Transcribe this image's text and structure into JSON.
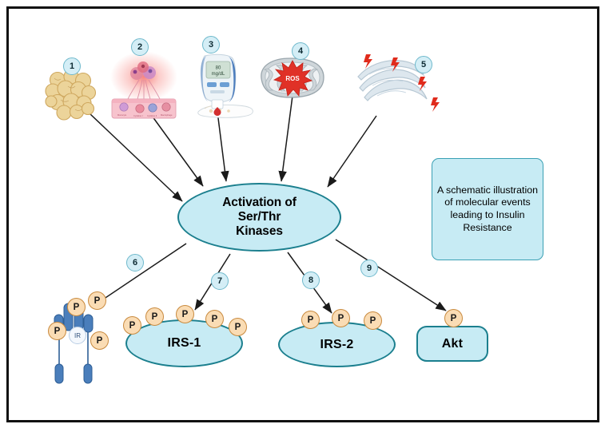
{
  "figure": {
    "caption_box": "A schematic illustration of molecular events leading to Insulin Resistance",
    "central_node": "Activation of\nSer/Thr Kinases",
    "central_node_line1": "Activation of",
    "central_node_line2": "Ser/Thr",
    "central_node_line3": "Kinases"
  },
  "colors": {
    "node_fill": "#c7ebf4",
    "node_stroke": "#1b7f8e",
    "badge_fill": "#d4eef6",
    "badge_stroke": "#6fb9cc",
    "phosphate_fill": "#fadcb4",
    "phosphate_stroke": "#c98a3e",
    "receptor_blue": "#4a7ebb",
    "arrow": "#1a1a1a",
    "ros_red": "#e03127",
    "frame": "#111111",
    "adipocyte": "#e8c98a",
    "inflammation": "#f2b5bf",
    "er_gray": "#d6e2ea",
    "lightning_red": "#e02b1c"
  },
  "upstream_icons": [
    {
      "badge": "1",
      "name": "adipose-tissue-icon",
      "description": "cluster of adipocytes"
    },
    {
      "badge": "2",
      "name": "inflammation-icon",
      "description": "inflamed tissue releasing cytokines"
    },
    {
      "badge": "3",
      "name": "glucometer-icon",
      "description": "blood glucose meter on fingertip",
      "reading": "80",
      "units": "mg/dL"
    },
    {
      "badge": "4",
      "name": "mitochondrion-ros-icon",
      "description": "mitochondrion producing reactive oxygen species",
      "burst_label": "ROS"
    },
    {
      "badge": "5",
      "name": "endoplasmic-reticulum-stress-icon",
      "description": "endoplasmic reticulum under stress"
    }
  ],
  "downstream_targets": [
    {
      "badge": "6",
      "name": "insulin-receptor",
      "label": "IR",
      "phosphates": 4
    },
    {
      "badge": "7",
      "name": "irs1",
      "label": "IRS-1",
      "phosphates": 5
    },
    {
      "badge": "8",
      "name": "irs2",
      "label": "IRS-2",
      "phosphates": 3
    },
    {
      "badge": "9",
      "name": "akt",
      "label": "Akt",
      "phosphates": 1
    }
  ],
  "badges": {
    "b1": "1",
    "b2": "2",
    "b3": "3",
    "b4": "4",
    "b5": "5",
    "b6": "6",
    "b7": "7",
    "b8": "8",
    "b9": "9"
  },
  "phosphate_glyph": "P",
  "labels": {
    "ir": "IR",
    "irs1": "IRS-1",
    "irs2": "IRS-2",
    "akt": "Akt",
    "ros": "ROS",
    "glucose_value": "80",
    "glucose_units": "mg/dL"
  }
}
